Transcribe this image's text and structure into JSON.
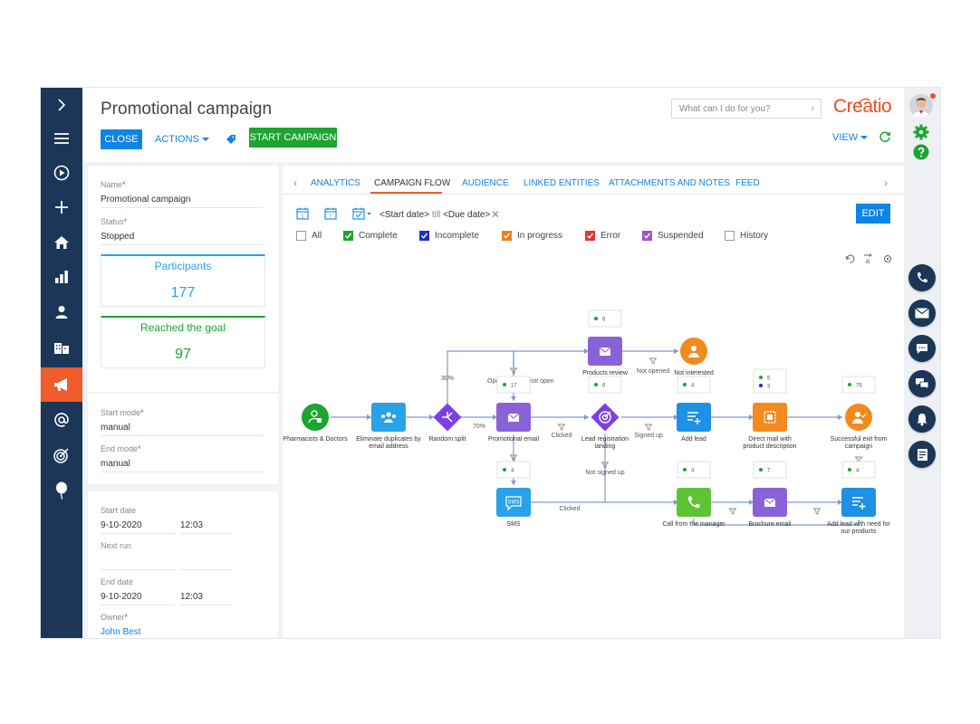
{
  "header": {
    "title": "Promotional campaign",
    "close_label": "CLOSE",
    "actions_label": "ACTIONS",
    "start_label": "START CAMPAIGN",
    "search_placeholder": "What can I do for you?",
    "logo_text": "Creatio",
    "view_label": "VIEW"
  },
  "left_nav": {
    "icons": [
      "chevron-right-icon",
      "hamburger-icon",
      "play-icon",
      "plus-icon",
      "home-icon",
      "bar-chart-icon",
      "person-icon",
      "building-icon",
      "megaphone-icon",
      "at-sign-icon",
      "target-icon",
      "balloon-icon"
    ],
    "active": "megaphone-icon"
  },
  "card_general": {
    "name_label": "Name",
    "name_value": "Promotional campaign",
    "status_label": "Status",
    "status_value": "Stopped",
    "participants_label": "Participants",
    "participants_value": "177",
    "goal_label": "Reached the goal",
    "goal_value": "97"
  },
  "card_mode": {
    "start_mode_label": "Start mode",
    "start_mode_value": "manual",
    "end_mode_label": "End mode",
    "end_mode_value": "manual"
  },
  "card_dates": {
    "start_date_label": "Start date",
    "start_date_value": "9-10-2020",
    "start_time_value": "12:03",
    "next_run_label": "Next run",
    "end_date_label": "End date",
    "end_date_value": "9-10-2020",
    "end_time_value": "12:03",
    "owner_label": "Owner",
    "owner_value": "John Best"
  },
  "tabs": [
    {
      "label": "ANALYTICS"
    },
    {
      "label": "CAMPAIGN FLOW"
    },
    {
      "label": "AUDIENCE"
    },
    {
      "label": "LINKED ENTITIES"
    },
    {
      "label": "ATTACHMENTS AND NOTES"
    },
    {
      "label": "FEED"
    }
  ],
  "active_tab": "CAMPAIGN FLOW",
  "filters": {
    "date_start": "<Start date>",
    "till": "till",
    "date_end": "<Due date>",
    "edit_label": "EDIT"
  },
  "legend": [
    {
      "label": "All",
      "checked": false,
      "color": "#ffffff"
    },
    {
      "label": "Complete",
      "checked": true,
      "color": "#1ca531"
    },
    {
      "label": "Incomplete",
      "checked": true,
      "color": "#1d2bd1"
    },
    {
      "label": "In progress",
      "checked": true,
      "color": "#ef7d21"
    },
    {
      "label": "Error",
      "checked": true,
      "color": "#e3342f"
    },
    {
      "label": "Suspended",
      "checked": true,
      "color": "#a352c8"
    },
    {
      "label": "History",
      "checked": false,
      "color": "#ffffff"
    }
  ],
  "flow": {
    "nodes": [
      {
        "id": "pharm",
        "label": "Pharmacists & Doctors",
        "icon": "audience-icon",
        "color": "#1ca531"
      },
      {
        "id": "dedup",
        "label": "Eliminate duplicates by email address",
        "icon": "dedup-icon",
        "color": "#2aa2e8"
      },
      {
        "id": "split",
        "label": "Random split",
        "icon": "split-icon",
        "color": "#7b3fe4"
      },
      {
        "id": "promo",
        "label": "Promotional email",
        "icon": "email-icon",
        "color": "#8a62d8",
        "badge": "17"
      },
      {
        "id": "prodrev",
        "label": "Products review",
        "icon": "email-icon",
        "color": "#8a62d8",
        "badge": "6"
      },
      {
        "id": "notint",
        "label": "Not interested",
        "icon": "exit-icon",
        "color": "#f28a1e"
      },
      {
        "id": "leadreg",
        "label": "Lead registration landing",
        "icon": "target-icon",
        "color": "#7b3fe4",
        "badge": "6"
      },
      {
        "id": "addlead",
        "label": "Add lead",
        "icon": "add-list-icon",
        "color": "#1e90e6",
        "badge": "4"
      },
      {
        "id": "mail",
        "label": "Direct mail with product description",
        "icon": "mail-icon",
        "color": "#f28a1e",
        "badge": "5",
        "badge2": "3"
      },
      {
        "id": "success",
        "label": "Successful exit from campaign",
        "icon": "exit-success-icon",
        "color": "#f28a1e",
        "badge": "76"
      },
      {
        "id": "sms",
        "label": "SMS",
        "icon": "sms-icon",
        "color": "#2aa2e8",
        "badge": "4"
      },
      {
        "id": "call",
        "label": "Call from the manager",
        "icon": "phone-icon",
        "color": "#5fc435",
        "badge": "4"
      },
      {
        "id": "brochure",
        "label": "Brochure email",
        "icon": "email-icon",
        "color": "#8a62d8",
        "badge": "7"
      },
      {
        "id": "addlead2",
        "label": "Add lead with need for our products",
        "icon": "add-list-icon",
        "color": "#1e90e6",
        "badge": "4"
      }
    ],
    "edge_labels": {
      "split_top": "30%",
      "split_mid": "70%",
      "opened": "Opened",
      "did_not_open": "Did not open",
      "not_opened": "Not opened",
      "clicked": "Clicked",
      "clicked2": "Clicked",
      "signed_up": "Signed up",
      "not_signed_up": "Not signed up"
    }
  }
}
